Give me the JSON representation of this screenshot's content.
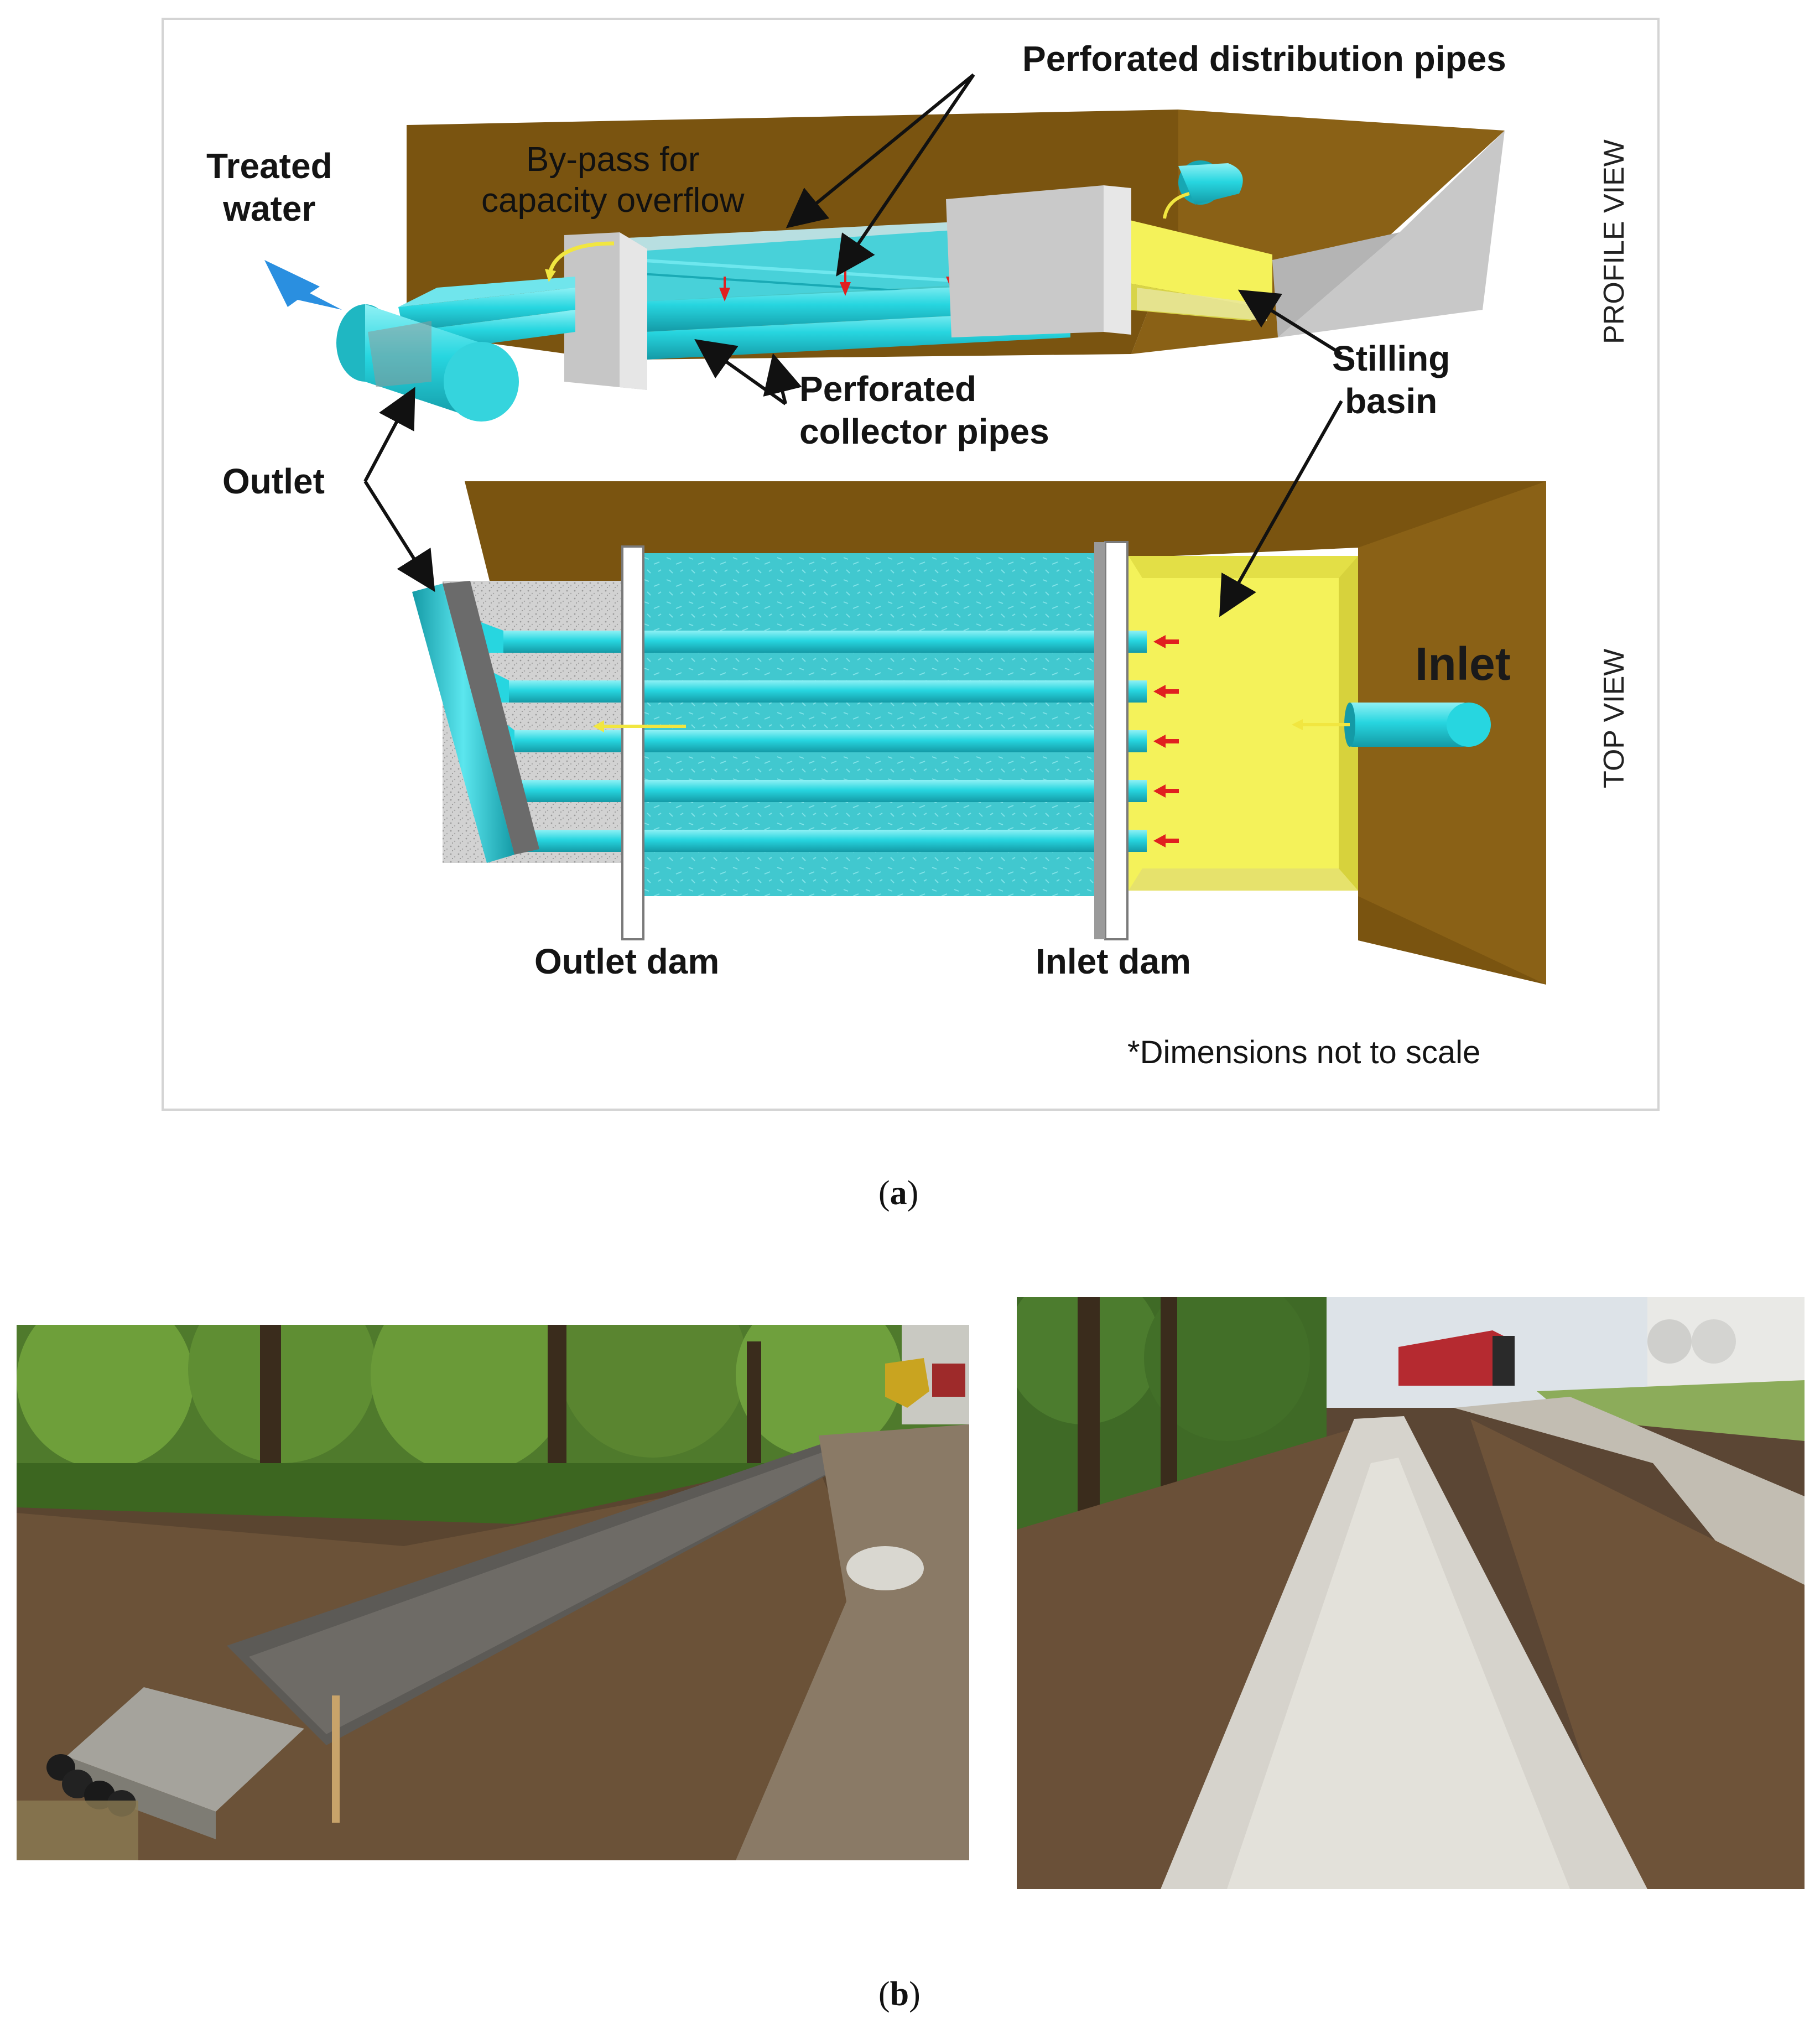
{
  "labels": {
    "perforated_distribution_pipes": "Perforated distribution pipes",
    "bypass": "By-pass for\ncapacity overflow",
    "treated_water": "Treated\nwater",
    "perforated_collector_pipes": "Perforated\ncollector pipes",
    "stilling_basin": "Stilling\nbasin",
    "outlet": "Outlet",
    "inlet": "Inlet",
    "outlet_dam": "Outlet dam",
    "inlet_dam": "Inlet dam",
    "dimensions_note": "*Dimensions not to scale",
    "profile_view": "PROFILE VIEW",
    "top_view": "TOP VIEW"
  },
  "captions": {
    "a": {
      "open": "(",
      "letter": "a",
      "close": ")"
    },
    "b": {
      "open": "(",
      "letter": "b",
      "close": ")"
    }
  },
  "colors": {
    "soil_brown": "#7a5410",
    "pipe_cyan": "#27d6e0",
    "basin_yellow": "#f4f25a",
    "media_teal": "#3fc6cc",
    "gravel_gray": "#cfcfcf",
    "flow_red": "#e02020",
    "flow_yellow": "#f1e640",
    "treated_arrow_blue": "#2a8fe0"
  },
  "photos": {
    "left": "construction-trench-gravel-with-outlet-box-and-excavator",
    "right": "gravel-filled-trench-near-red-barn"
  }
}
